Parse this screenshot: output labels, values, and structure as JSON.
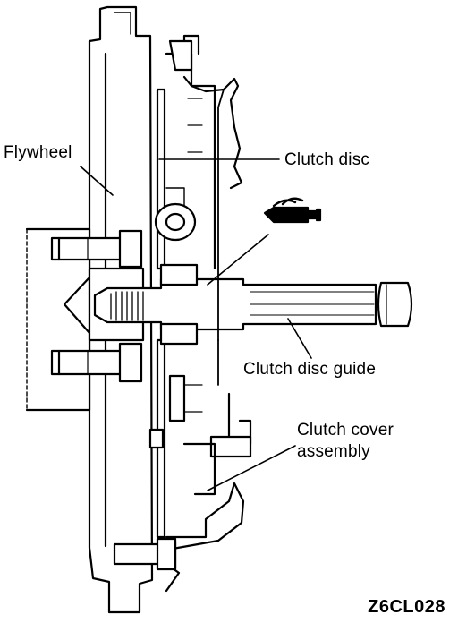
{
  "labels": {
    "flywheel": "Flywheel",
    "clutch_disc": "Clutch disc",
    "clutch_disc_guide": "Clutch disc guide",
    "clutch_cover_line1": "Clutch cover",
    "clutch_cover_line2": "assembly"
  },
  "figure_code": "Z6CL028",
  "icons": {
    "grease": "grease-gun-icon"
  },
  "colors": {
    "ink": "#000000",
    "paper": "#ffffff"
  }
}
